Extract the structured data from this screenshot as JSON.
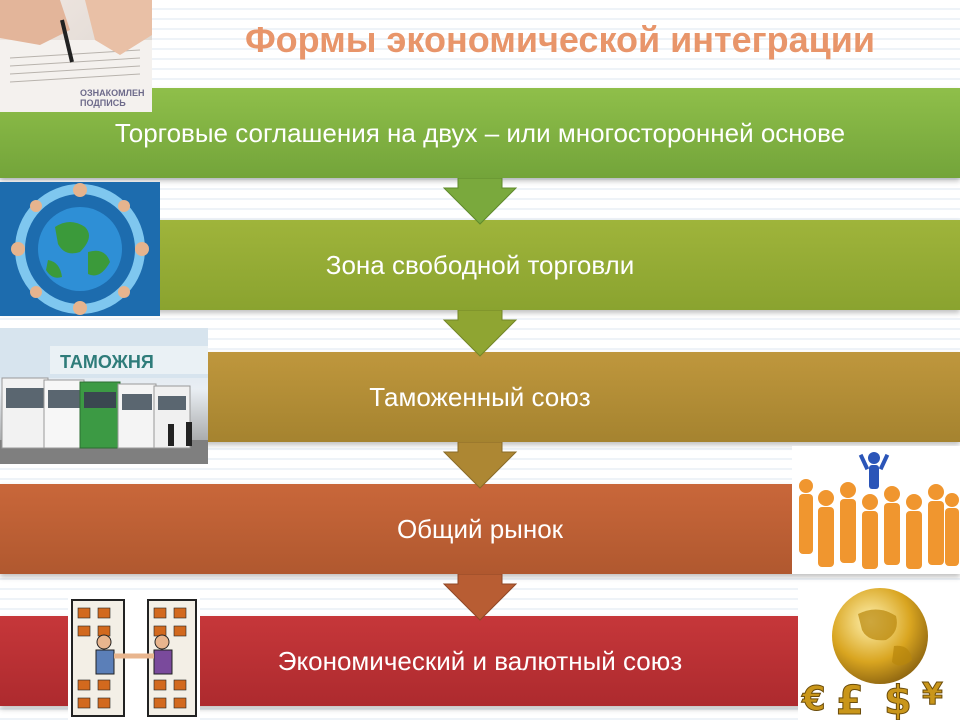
{
  "slide": {
    "title": "Формы экономической интеграции"
  },
  "stages": [
    {
      "label": "Торговые соглашения на двух – или многосторонней основе",
      "color": "#7fb041"
    },
    {
      "label": "Зона свободной торговли",
      "color": "#94ab35"
    },
    {
      "label": "Таможенный союз",
      "color": "#b28c36"
    },
    {
      "label": "Общий рынок",
      "color": "#bd6034"
    },
    {
      "label": "Экономический и  валютный союз",
      "color": "#b93034"
    }
  ],
  "images": {
    "contract": {
      "icon": "signing-document-photo",
      "text": "ОЗНАКОМЛЕН ПОДПИСЬ"
    },
    "globe": {
      "icon": "globe-handshakes-icon"
    },
    "customs": {
      "icon": "customs-trucks-photo",
      "sign": "ТАМОЖНЯ"
    },
    "people": {
      "icon": "crowd-figures-icon"
    },
    "office": {
      "icon": "business-handshake-icon"
    },
    "money": {
      "icon": "gold-globe-currency-icon",
      "symbols": [
        "€",
        "£",
        "$",
        "¥"
      ]
    }
  }
}
